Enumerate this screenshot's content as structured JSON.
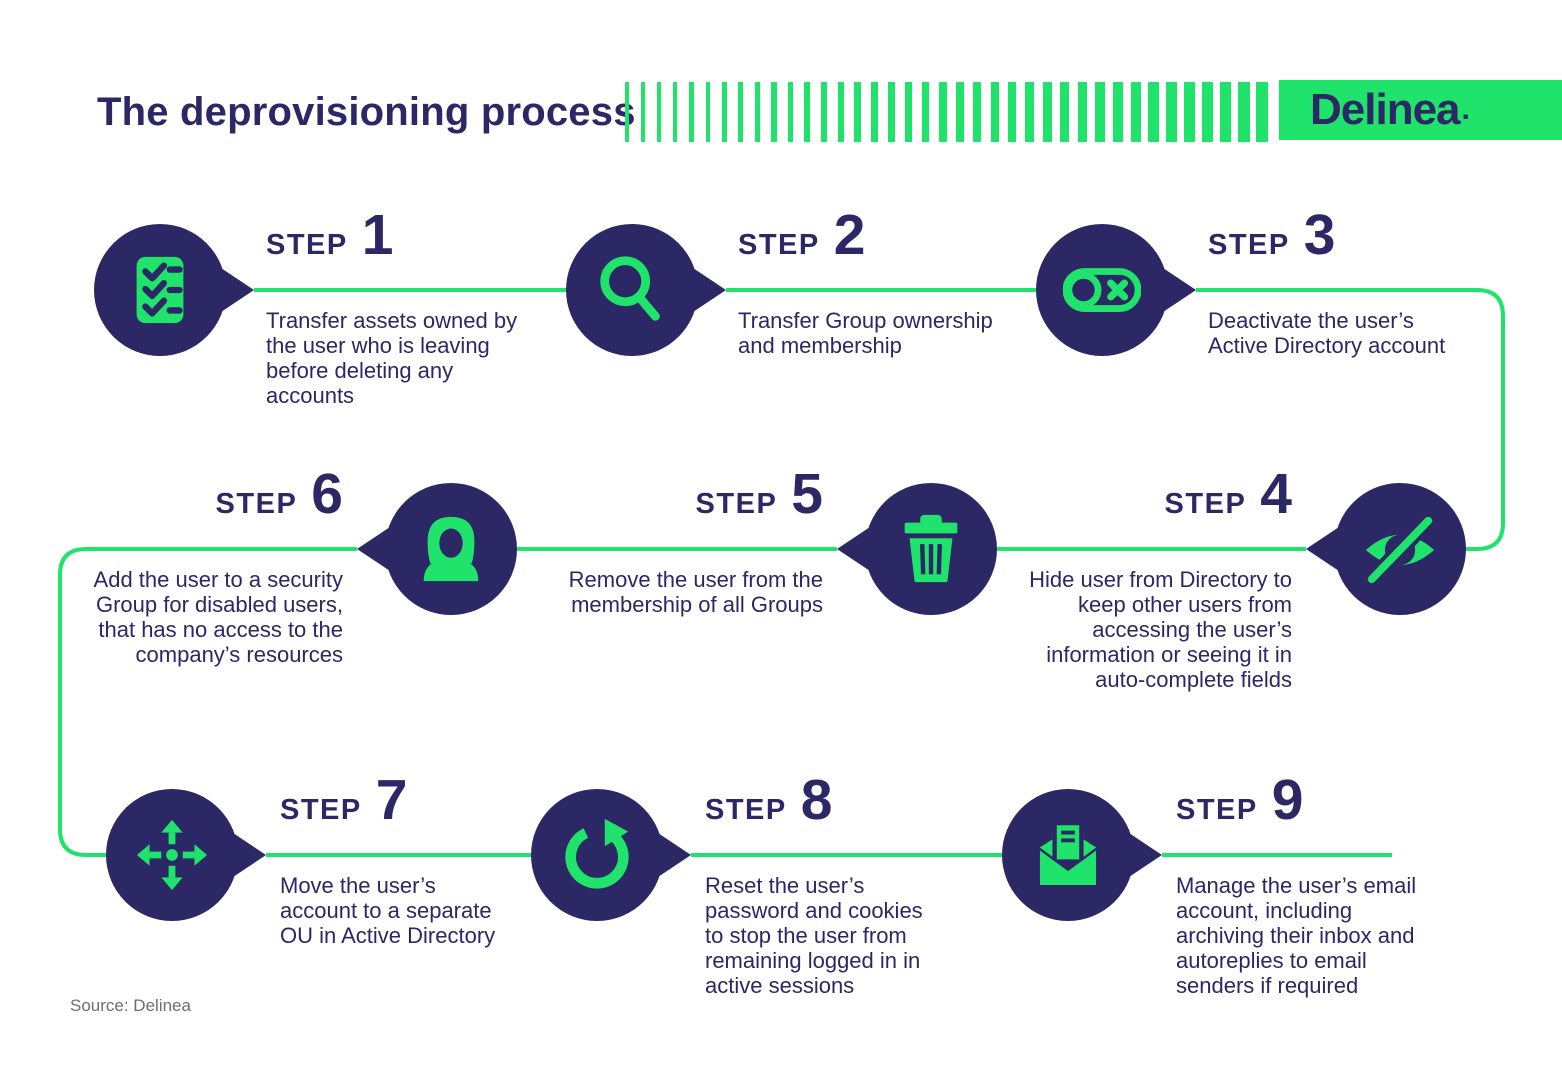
{
  "title": "The deprovisioning process",
  "brand": {
    "name": "Delinea",
    "mark": "."
  },
  "decor": {
    "barcode_bar_count": 38
  },
  "colors": {
    "navy": "#2c2765",
    "green": "#20e36b",
    "source_gray": "#6e6e6e"
  },
  "steps": [
    {
      "label": "STEP",
      "number": "1",
      "icon": "checklist-icon",
      "description": "Transfer assets owned by\nthe user who is leaving\nbefore deleting any\naccounts"
    },
    {
      "label": "STEP",
      "number": "2",
      "icon": "search-icon",
      "description": "Transfer Group ownership\nand membership"
    },
    {
      "label": "STEP",
      "number": "3",
      "icon": "toggle-off-icon",
      "description": "Deactivate the user’s\nActive Directory account"
    },
    {
      "label": "STEP",
      "number": "4",
      "icon": "eye-slash-icon",
      "description": "Hide user from Directory to\nkeep other users from\naccessing the user’s\ninformation or seeing it in\nauto-complete fields"
    },
    {
      "label": "STEP",
      "number": "5",
      "icon": "trash-icon",
      "description": "Remove the user from the\nmembership of all Groups"
    },
    {
      "label": "STEP",
      "number": "6",
      "icon": "user-icon",
      "description": "Add the user to a security\nGroup for disabled users,\nthat has no access to the\ncompany’s resources"
    },
    {
      "label": "STEP",
      "number": "7",
      "icon": "move-icon",
      "description": "Move the user’s\naccount to a separate\nOU in Active Directory"
    },
    {
      "label": "STEP",
      "number": "8",
      "icon": "refresh-icon",
      "description": "Reset the user’s\npassword and cookies\nto stop the user from\nremaining logged in in\nactive sessions"
    },
    {
      "label": "STEP",
      "number": "9",
      "icon": "email-open-icon",
      "description": "Manage the user’s email\naccount, including\narchiving their inbox and\nautoreplies to email\nsenders if required"
    }
  ],
  "source": "Source: Delinea"
}
